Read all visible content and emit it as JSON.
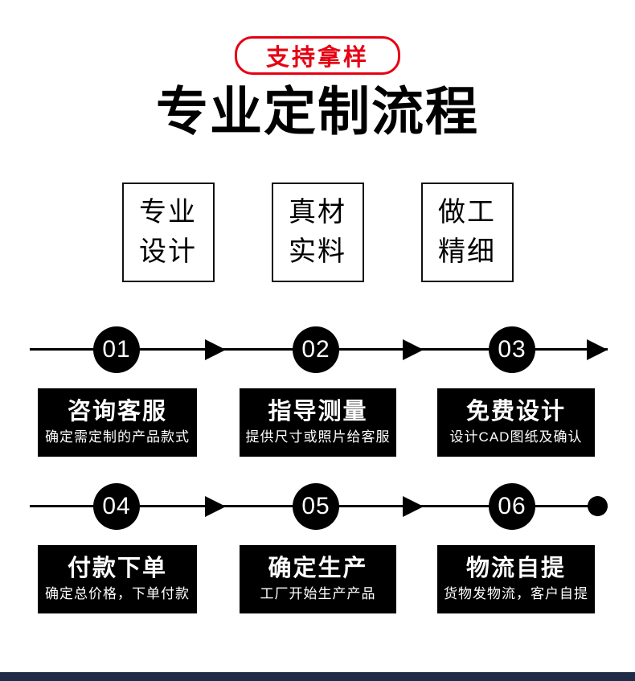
{
  "badge": {
    "label": "支持拿样"
  },
  "title": "专业定制流程",
  "features": [
    {
      "line1": "专业",
      "line2": "设计"
    },
    {
      "line1": "真材",
      "line2": "实料"
    },
    {
      "line1": "做工",
      "line2": "精细"
    }
  ],
  "steps": [
    {
      "num": "01",
      "title": "咨询客服",
      "desc": "确定需定制的产品款式"
    },
    {
      "num": "02",
      "title": "指导测量",
      "desc": "提供尺寸或照片给客服"
    },
    {
      "num": "03",
      "title": "免费设计",
      "desc": "设计CAD图纸及确认"
    },
    {
      "num": "04",
      "title": "付款下单",
      "desc": "确定总价格，下单付款"
    },
    {
      "num": "05",
      "title": "确定生产",
      "desc": "工厂开始生产产品"
    },
    {
      "num": "06",
      "title": "物流自提",
      "desc": "货物发物流，客户自提"
    }
  ],
  "colors": {
    "accent_red": "#e50113",
    "ink_black": "#000000",
    "footer_navy": "#1f2b47"
  }
}
